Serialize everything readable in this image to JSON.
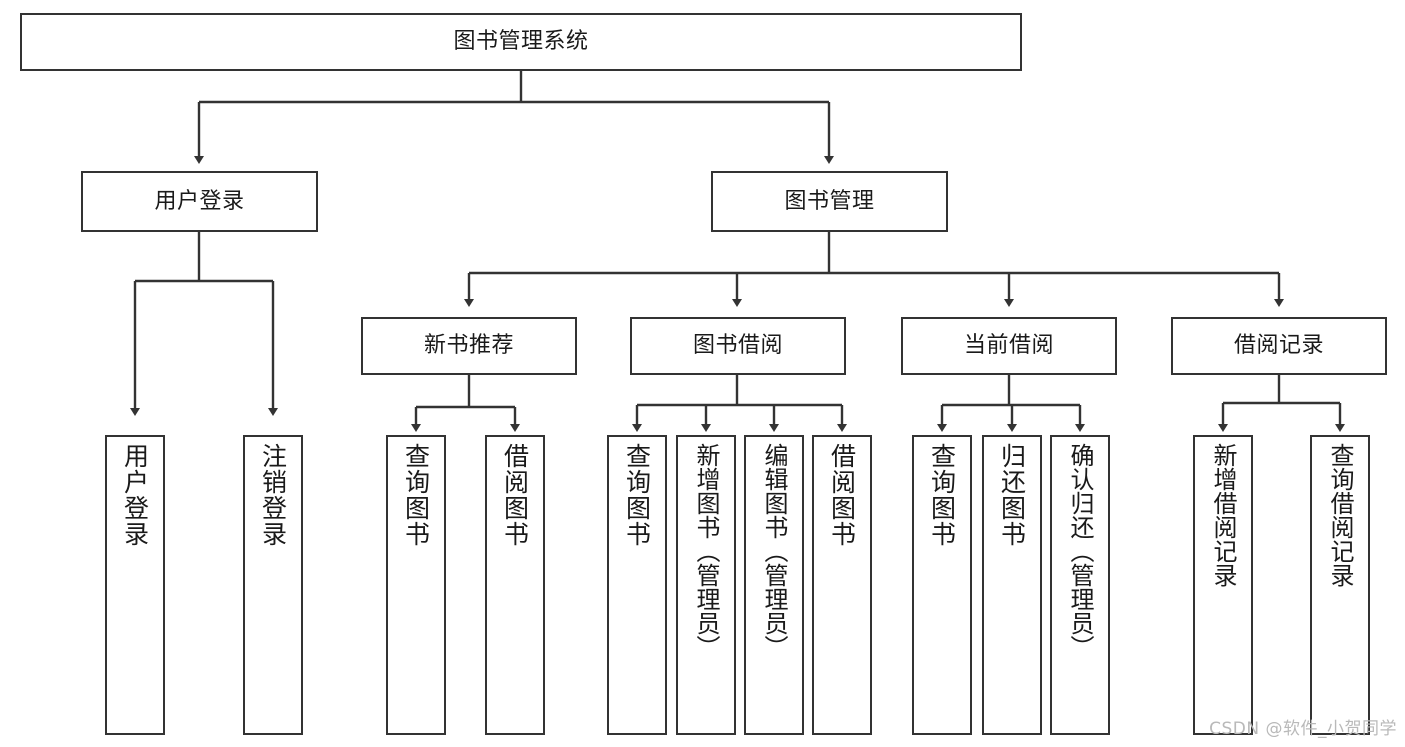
{
  "diagram": {
    "title": "图书管理系统",
    "type": "hierarchy-tree",
    "orientation": "top-down",
    "colors": {
      "box_border": "#333333",
      "box_fill": "#ffffff",
      "edge": "#333333",
      "text": "#1a1a1a",
      "watermark": "#b9b9b9",
      "background": "#ffffff"
    },
    "nodes": {
      "root": {
        "label": "图书管理系统",
        "level": 0,
        "orientation": "horizontal"
      },
      "level1": [
        {
          "id": "user-login",
          "label": "用户登录",
          "orientation": "horizontal"
        },
        {
          "id": "book-management",
          "label": "图书管理",
          "orientation": "horizontal"
        }
      ],
      "level2": [
        {
          "id": "new-book-recommend",
          "label": "新书推荐",
          "orientation": "horizontal",
          "parent": "book-management"
        },
        {
          "id": "book-borrow",
          "label": "图书借阅",
          "orientation": "horizontal",
          "parent": "book-management"
        },
        {
          "id": "current-borrow",
          "label": "当前借阅",
          "orientation": "horizontal",
          "parent": "book-management"
        },
        {
          "id": "borrow-record",
          "label": "借阅记录",
          "orientation": "horizontal",
          "parent": "book-management"
        }
      ],
      "leaves": [
        {
          "id": "leaf-user-login",
          "label": "用户登录",
          "parent": "user-login",
          "orientation": "vertical"
        },
        {
          "id": "leaf-user-logout",
          "label": "注销登录",
          "parent": "user-login",
          "orientation": "vertical"
        },
        {
          "id": "leaf-query-book-1",
          "label": "查询图书",
          "parent": "new-book-recommend",
          "orientation": "vertical"
        },
        {
          "id": "leaf-borrow-book-1",
          "label": "借阅图书",
          "parent": "new-book-recommend",
          "orientation": "vertical"
        },
        {
          "id": "leaf-query-book-2",
          "label": "查询图书",
          "parent": "book-borrow",
          "orientation": "vertical"
        },
        {
          "id": "leaf-add-book",
          "label": "新增图书（管理员）",
          "parent": "book-borrow",
          "orientation": "vertical"
        },
        {
          "id": "leaf-edit-book",
          "label": "编辑图书（管理员）",
          "parent": "book-borrow",
          "orientation": "vertical"
        },
        {
          "id": "leaf-borrow-book-2",
          "label": "借阅图书",
          "parent": "book-borrow",
          "orientation": "vertical"
        },
        {
          "id": "leaf-query-book-3",
          "label": "查询图书",
          "parent": "current-borrow",
          "orientation": "vertical"
        },
        {
          "id": "leaf-return-book",
          "label": "归还图书",
          "parent": "current-borrow",
          "orientation": "vertical"
        },
        {
          "id": "leaf-confirm-return",
          "label": "确认归还（管理员）",
          "parent": "current-borrow",
          "orientation": "vertical"
        },
        {
          "id": "leaf-add-record",
          "label": "新增借阅记录",
          "parent": "borrow-record",
          "orientation": "vertical"
        },
        {
          "id": "leaf-query-record",
          "label": "查询借阅记录",
          "parent": "borrow-record",
          "orientation": "vertical"
        }
      ]
    }
  },
  "watermark": {
    "text": "CSDN @软件_小贺同学"
  }
}
